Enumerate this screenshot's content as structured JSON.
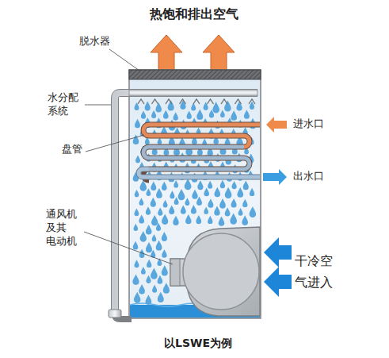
{
  "diagram": {
    "caption": "以LSWE为例",
    "labels": [
      "热饱和排出空气",
      "脱水器",
      "水分配 系统",
      "盘管",
      "进水口",
      "出水口",
      "通风机 及其 电动机",
      "干冷空 气进入"
    ]
  }
}
